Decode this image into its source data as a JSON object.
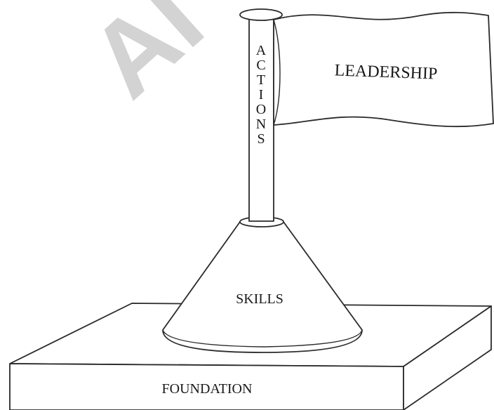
{
  "diagram": {
    "flag_text": "LEADERSHIP",
    "pole_text": "ACTIONS",
    "pole_letters": [
      "A",
      "C",
      "T",
      "I",
      "O",
      "N",
      "S"
    ],
    "cone_text": "SKILLS",
    "base_text": "FOUNDATION",
    "watermark": "AI"
  },
  "colors": {
    "ink": "#2a2a2a",
    "watermark": "#d3d3d3",
    "background": "#ffffff"
  }
}
